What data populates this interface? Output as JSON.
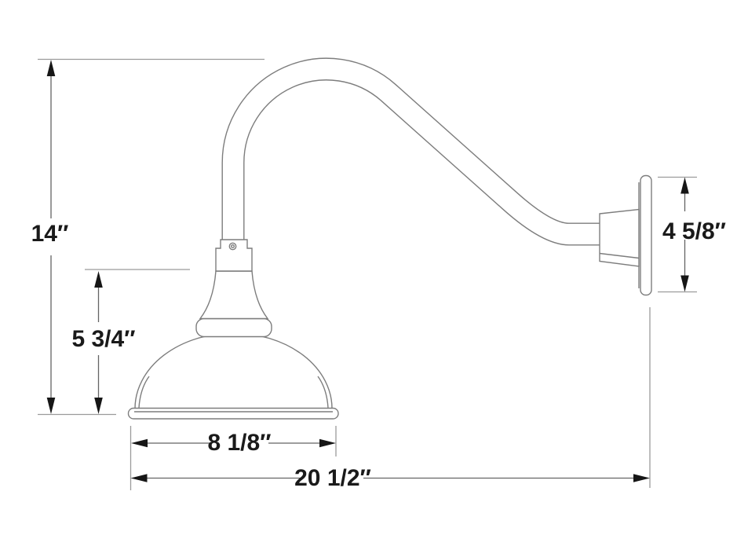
{
  "diagram": {
    "subject": "gooseneck wall-mount barn light dimension drawing",
    "background_color": "#ffffff",
    "fixture_line_color": "#7d7d7d",
    "dimension_line_color": "#646464",
    "extension_line_color": "#9b9b9b",
    "arrow_color": "#161616",
    "text_color": "#1a1a1a",
    "dimensions": {
      "overall_height": "14″",
      "shade_assembly_height": "5 3/4″",
      "shade_diameter": "8 1/8″",
      "overall_projection": "20 1/2″",
      "wall_plate_height": "4 5/8″"
    }
  }
}
